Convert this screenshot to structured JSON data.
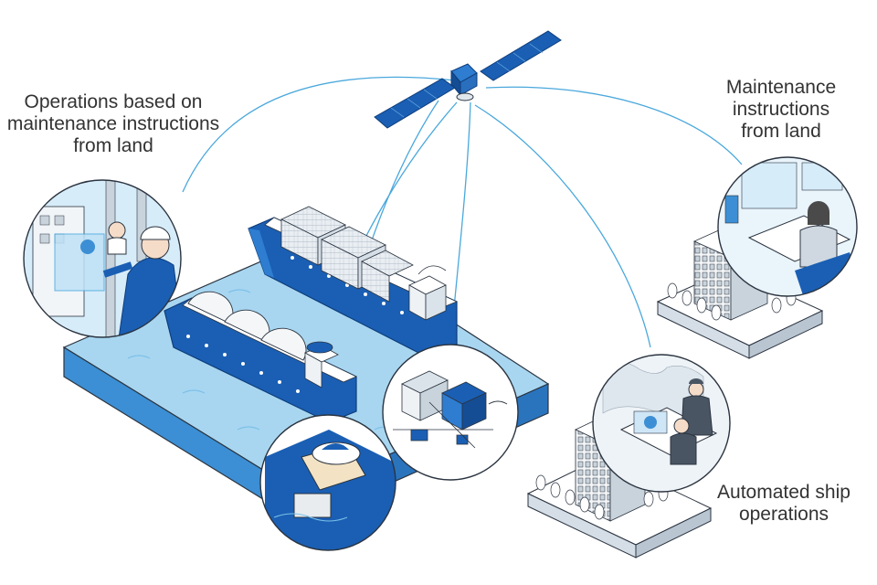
{
  "labels": {
    "operations_land": [
      "Operations based on",
      "maintenance instructions",
      "from land"
    ],
    "maintenance_land": [
      "Maintenance",
      "instructions",
      "from land"
    ],
    "automated_ops": [
      "Automated ship",
      "operations"
    ]
  },
  "colors": {
    "primary_blue": "#1a5fb4",
    "mid_blue": "#3c8fd4",
    "light_blue": "#cfe6f7",
    "sea_blue": "#9fd0ee",
    "line": "#4aa8dc",
    "ink": "#2b3440",
    "gray_building": "#e8ecef"
  },
  "icons": [
    "satellite-icon",
    "container-ship-icon",
    "lng-carrier-icon",
    "engine-room-icon",
    "office-building-icon",
    "tree-icon",
    "worker-icon",
    "operator-icon"
  ]
}
